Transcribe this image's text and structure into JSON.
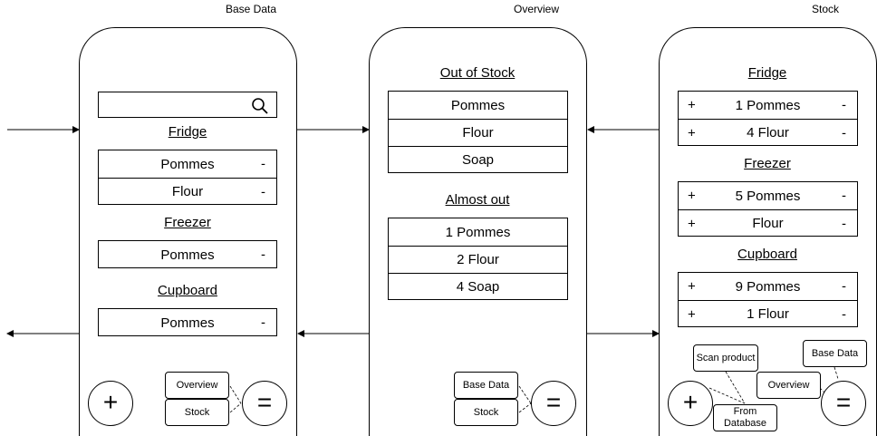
{
  "screens": {
    "base_data": {
      "title": "Base Data",
      "sections": [
        {
          "heading": "Fridge",
          "items": [
            "Pommes",
            "Flour"
          ]
        },
        {
          "heading": "Freezer",
          "items": [
            "Pommes"
          ]
        },
        {
          "heading": "Cupboard",
          "items": [
            "Pommes"
          ]
        }
      ],
      "remove_symbol": "-",
      "add_button": "+",
      "menu_button": "=",
      "menu_items": [
        "Overview",
        "Stock"
      ]
    },
    "overview": {
      "title": "Overview",
      "sections": [
        {
          "heading": "Out of Stock",
          "items": [
            "Pommes",
            "Flour",
            "Soap"
          ]
        },
        {
          "heading": "Almost out",
          "items": [
            "1 Pommes",
            "2 Flour",
            "4 Soap"
          ]
        }
      ],
      "menu_button": "=",
      "menu_items": [
        "Base Data",
        "Stock"
      ]
    },
    "stock": {
      "title": "Stock",
      "sections": [
        {
          "heading": "Fridge",
          "items": [
            "1 Pommes",
            "4 Flour"
          ]
        },
        {
          "heading": "Freezer",
          "items": [
            "5 Pommes",
            "Flour"
          ]
        },
        {
          "heading": "Cupboard",
          "items": [
            "9 Pommes",
            "1 Flour"
          ]
        }
      ],
      "increment_symbol": "+",
      "remove_symbol": "-",
      "add_button": "+",
      "menu_button": "=",
      "add_menu_items": [
        "Scan product",
        "From Database"
      ],
      "menu_items": [
        "Base Data",
        "Overview"
      ]
    }
  }
}
